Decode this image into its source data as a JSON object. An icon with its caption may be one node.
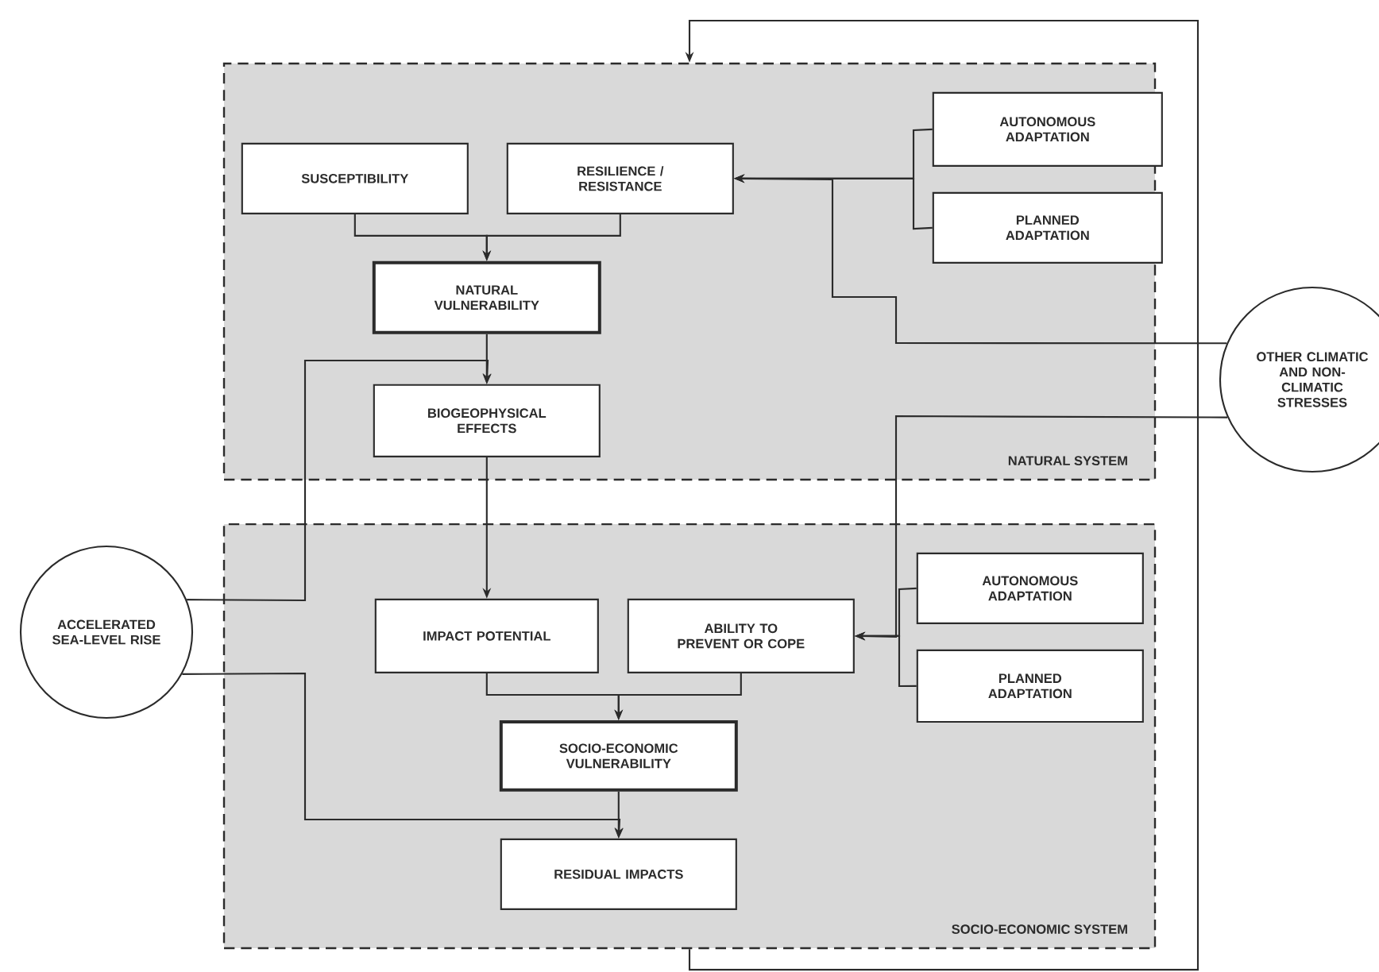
{
  "diagram": {
    "nodes": [
      {
        "text": [
          "NATURAL SYSTEM"
        ]
      },
      {
        "text": [
          "SUSCEPTIBILITY"
        ],
        "in": 0
      },
      {
        "text": [
          "RESILIENCE / RESISTANCE"
        ],
        "in": 0
      },
      {
        "text": [
          "AUTONOMOUS ADAPTATION"
        ],
        "in": 0
      },
      {
        "text": [
          "PLANNED ADAPTATION"
        ],
        "in": 0
      },
      {
        "text": [
          "NATURAL VULNERABILITY"
        ],
        "in": 0
      },
      {
        "text": [
          "BIOGEOPHYSICAL EFFECTS"
        ],
        "in": 0
      },
      {
        "text": [
          "OTHER CLIMATIC AND NON-CLIMATIC STRESSES"
        ]
      },
      {
        "text": [
          "SOCIO-ECONOMIC SYSTEM"
        ]
      },
      {
        "text": [
          "ACCELERATED SEA-LEVEL RISE"
        ]
      },
      {
        "text": [
          "IMPACT POTENTIAL"
        ],
        "in": 8
      },
      {
        "text": [
          "ABILITY TO PREVENT OR COPE"
        ],
        "in": 8
      },
      {
        "text": [
          "AUTONOMOUS ADAPTATION"
        ],
        "in": 8
      },
      {
        "text": [
          "PLANNED ADAPTATION"
        ],
        "in": 8
      },
      {
        "text": [
          "SOCIO-ECONOMIC VULNERABILITY"
        ],
        "in": 8
      },
      {
        "text": [
          "RESIDUAL IMPACTS"
        ],
        "in": 8
      }
    ],
    "edges": [
      {
        "from": 1,
        "to": 5,
        "arrow": "to"
      },
      {
        "from": 2,
        "to": 5,
        "arrow": "to"
      },
      {
        "from": 3,
        "to": 2,
        "arrow": "to"
      },
      {
        "from": 4,
        "to": 2,
        "arrow": "to"
      },
      {
        "from": 7,
        "to": 2,
        "arrow": "to"
      },
      {
        "from": 5,
        "to": 6,
        "arrow": "to"
      },
      {
        "from": 9,
        "to": 6,
        "arrow": "to"
      },
      {
        "from": 6,
        "to": 10,
        "arrow": "to"
      },
      {
        "from": 7,
        "to": 11,
        "arrow": "to"
      },
      {
        "from": 12,
        "to": 11,
        "arrow": "to"
      },
      {
        "from": 13,
        "to": 11,
        "arrow": "to"
      },
      {
        "from": 10,
        "to": 14,
        "arrow": "to"
      },
      {
        "from": 11,
        "to": 14,
        "arrow": "to"
      },
      {
        "from": 14,
        "to": 15,
        "arrow": "to"
      },
      {
        "from": 9,
        "to": 15,
        "arrow": "to"
      },
      {
        "from": 8,
        "to": 0,
        "arrow": "to"
      }
    ]
  }
}
